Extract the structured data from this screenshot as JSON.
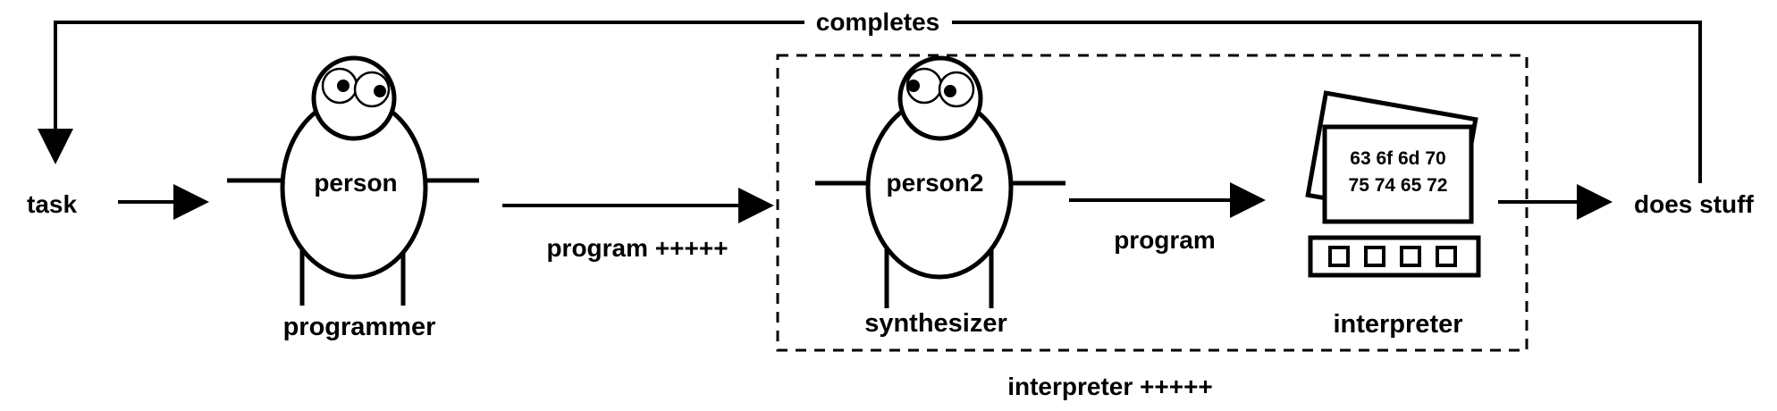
{
  "labels": {
    "task": "task",
    "completes": "completes",
    "does_stuff": "does stuff",
    "program_plus": "program +++++",
    "program": "program",
    "interpreter_plus": "interpreter +++++"
  },
  "figures": {
    "programmer": {
      "body_text": "person",
      "caption": "programmer"
    },
    "synthesizer": {
      "body_text": "person2",
      "caption": "synthesizer"
    }
  },
  "interpreter_box": {
    "screen_line1": "63 6f 6d 70",
    "screen_line2": "75 74 65 72",
    "caption": "interpreter"
  },
  "colors": {
    "stroke": "#000000",
    "background": "#ffffff"
  }
}
